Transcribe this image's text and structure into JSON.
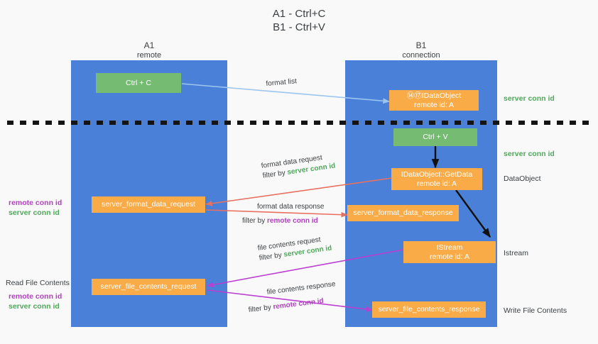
{
  "title": {
    "line1": "A1 - Ctrl+C",
    "line2": "B1 - Ctrl+V"
  },
  "colors": {
    "lane_blue": "#4a80d8",
    "box_green": "#76bb72",
    "box_orange": "#f9ab48",
    "arrow_lightblue": "#9cc6ef",
    "arrow_red": "#e8705f",
    "arrow_purple": "#bb3fd0",
    "arrow_black": "#111111",
    "text_green": "#4fa85a",
    "text_purple": "#b23fc0",
    "background": "#f9f9f9"
  },
  "lanes": [
    {
      "id": "a1",
      "title": "A1",
      "subtitle": "remote"
    },
    {
      "id": "b1",
      "title": "B1",
      "subtitle": "connection"
    }
  ],
  "boxes": {
    "ctrl_c": {
      "line1": "Ctrl + C",
      "line2": ""
    },
    "ctrl_v": {
      "line1": "Ctrl + V",
      "line2": ""
    },
    "idataobject_top": {
      "line1": "⑭⑰IDataObject",
      "line2": "remote id: A"
    },
    "getdata": {
      "line1": "IDataObject::GetData",
      "line2": "remote id: A"
    },
    "istream": {
      "line1": "IStream",
      "line2": "remote id: A"
    },
    "format_data_request": {
      "line1": "server_format_data_request",
      "line2": ""
    },
    "format_data_response": {
      "line1": "server_format_data_response",
      "line2": ""
    },
    "file_contents_request": {
      "line1": "server_file_contents_request",
      "line2": ""
    },
    "file_contents_response": {
      "line1": "server_file_contents_response",
      "line2": ""
    }
  },
  "edge_labels": {
    "format_list": "format list",
    "format_data_request": "format data request",
    "format_data_request_filter_prefix": "filter by ",
    "format_data_request_filter_key": "server conn id",
    "format_data_response": "format data response",
    "format_data_response_filter_prefix": "filter by ",
    "format_data_response_filter_key": "remote conn id",
    "file_contents_request": "file contents request",
    "file_contents_request_filter_prefix": "filter by ",
    "file_contents_request_filter_key": "server conn id",
    "file_contents_response": "file contents response",
    "file_contents_response_filter_prefix": "filter by ",
    "file_contents_response_filter_key": "remote conn id"
  },
  "side_notes": {
    "server_conn_id_top": "server conn id",
    "server_conn_id_second": "server conn id",
    "dataobject": "DataObject",
    "istream": "Istream",
    "write_file_contents": "Write File Contents",
    "read_file_contents": "Read File Contents"
  },
  "conn_stacks": {
    "format": {
      "remote": "remote conn id",
      "server": "server conn id"
    },
    "file": {
      "remote": "remote conn id",
      "server": "server conn id"
    }
  }
}
